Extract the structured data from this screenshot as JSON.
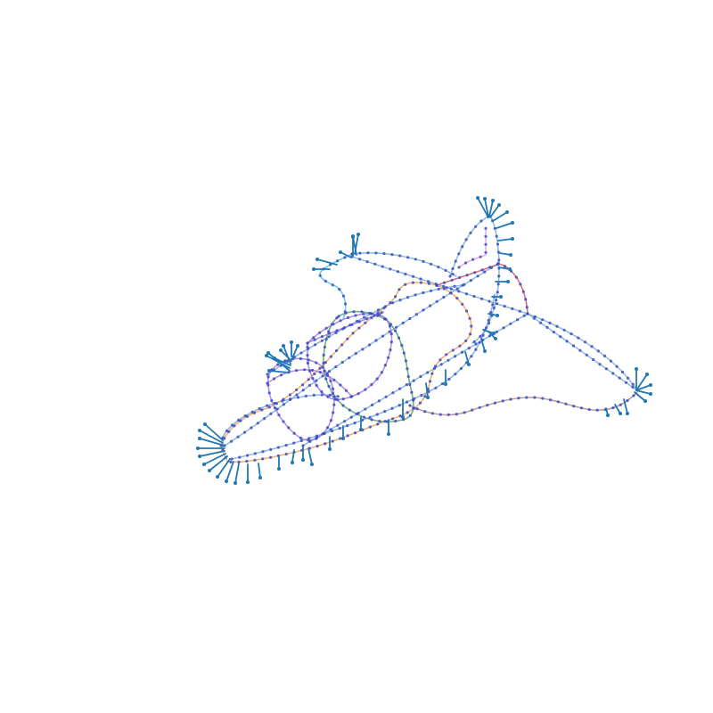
{
  "figure": {
    "subject": "spaceplane-wireframe",
    "background": "#ffffff",
    "palette": {
      "fuselage": "#7fb0d6",
      "wing": "#f5a25d",
      "ring_green": "#5aa36a",
      "ring_purple": "#a57be0",
      "tail_pink": "#e6a0d8",
      "tail_red": "#d6536a",
      "canopy": "#5bc0de",
      "belly": "#b38a8a",
      "normals": "#1f77b4",
      "vertices": "#3a4fc4"
    },
    "icons": [
      "vertex-dot",
      "normal-arrow"
    ]
  }
}
